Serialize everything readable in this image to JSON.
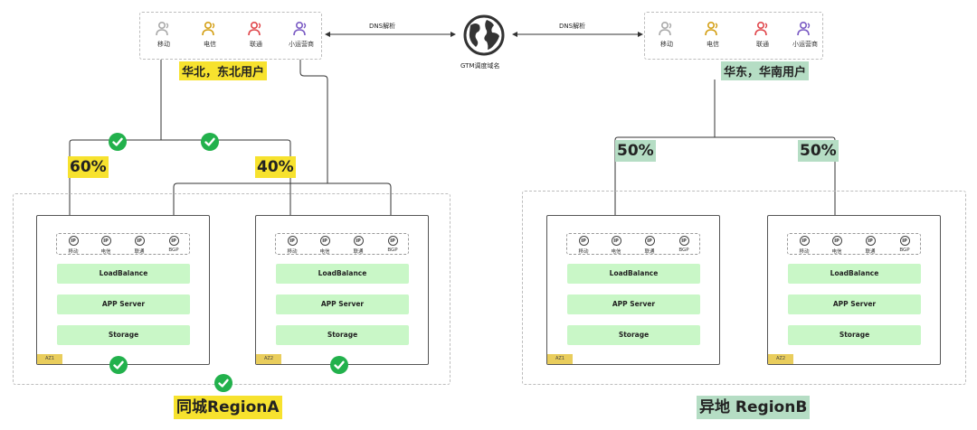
{
  "users": [
    "移动",
    "电信",
    "联通",
    "小运营商"
  ],
  "user_colors": [
    "#aaaaaa",
    "#d4a017",
    "#e0474c",
    "#7b5cc4"
  ],
  "dns_label": "DNS解析",
  "gtm_label": "GTM调度域名",
  "groupA_label": "华北，东北用户",
  "groupB_label": "华东，华南用户",
  "pctA1": "60%",
  "pctA2": "40%",
  "pctB1": "50%",
  "pctB2": "50%",
  "ips": [
    "移动",
    "电信",
    "联通",
    "BGP"
  ],
  "ip_icon": "IP",
  "layers": [
    "LoadBalance",
    "APP Server",
    "Storage"
  ],
  "az1": "AZ1",
  "az2": "AZ2",
  "regionA": "同城RegionA",
  "regionB": "异地 RegionB",
  "colors": {
    "check_green": "#22b14c",
    "yellow_highlight": "#f7e22e",
    "green_highlight": "#b5ddc4",
    "layer_fill": "#c9f7c7",
    "az_tag": "#e9cd5c"
  }
}
